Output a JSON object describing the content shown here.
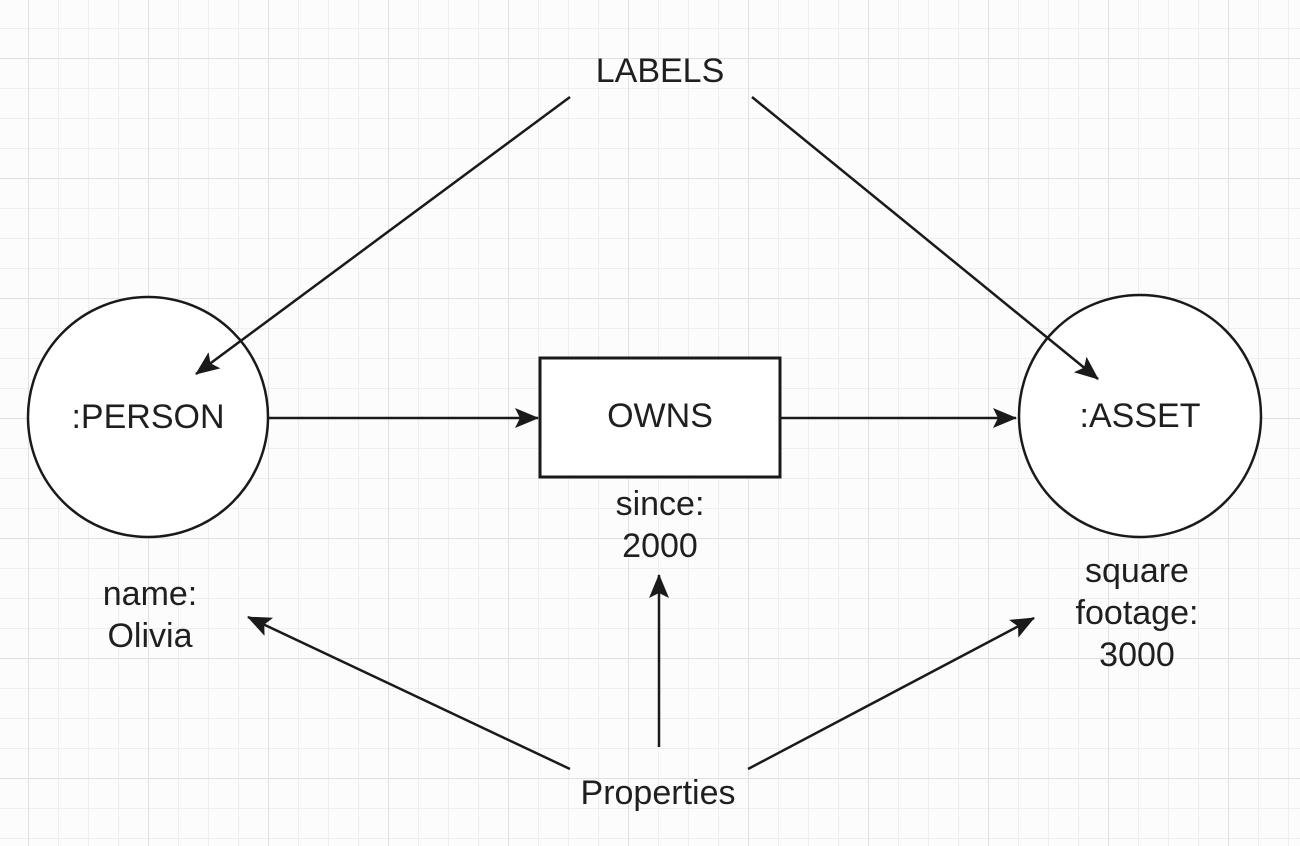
{
  "diagram": {
    "labels_title": "LABELS",
    "properties_title": "Properties",
    "person_node": {
      "label": ":PERSON",
      "property_line1": "name:",
      "property_line2": "Olivia"
    },
    "owns_relationship": {
      "label": "OWNS",
      "property_line1": "since:",
      "property_line2": "2000"
    },
    "asset_node": {
      "label": ":ASSET",
      "property_line1": "square",
      "property_line2": "footage:",
      "property_line3": "3000"
    },
    "colors": {
      "ink": "#1f1f1f",
      "shape_stroke": "#1a1a1a",
      "background": "#fcfcfc",
      "grid_minor": "#eeeeee",
      "grid_major": "#e0e0e0"
    }
  }
}
